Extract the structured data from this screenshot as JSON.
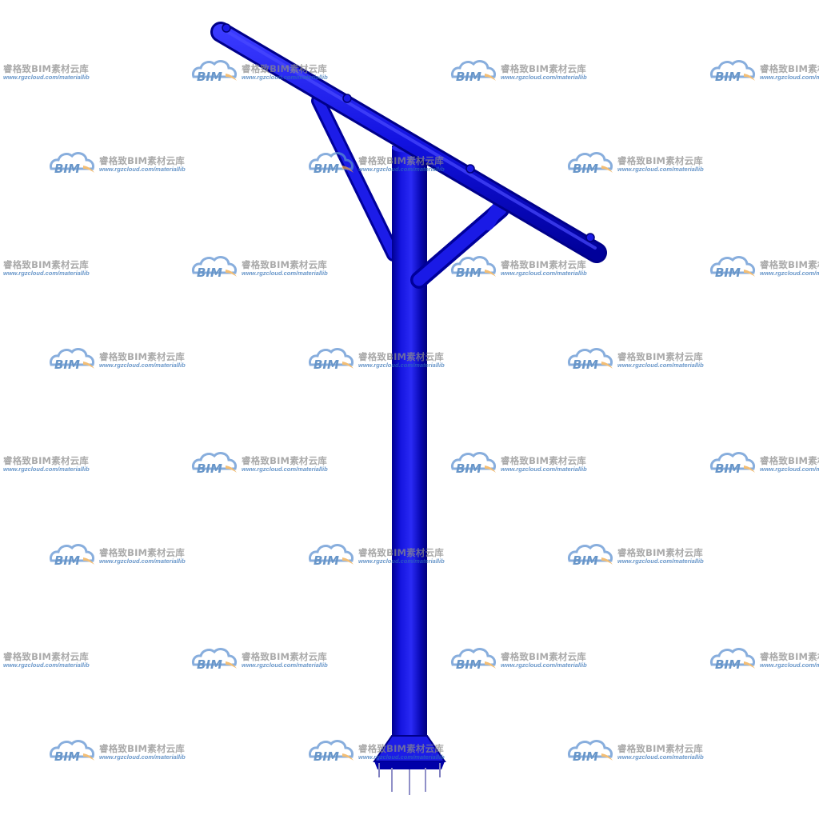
{
  "watermark": {
    "logo_text": "BIM",
    "name": "睿格致BIM素材云库",
    "url": "www.rgzcloud.com/materiallib",
    "cloud_color": "#5b8fd0",
    "logo_text_color": "#2f6fb5",
    "swoosh_color": "#f0a640",
    "name_color": "#8a8a8a"
  },
  "model": {
    "subject": "pole-with-crossarm",
    "primary_color": "#1a1ae6",
    "dark_color": "#00008a",
    "highlight_color": "#4a4aff"
  }
}
